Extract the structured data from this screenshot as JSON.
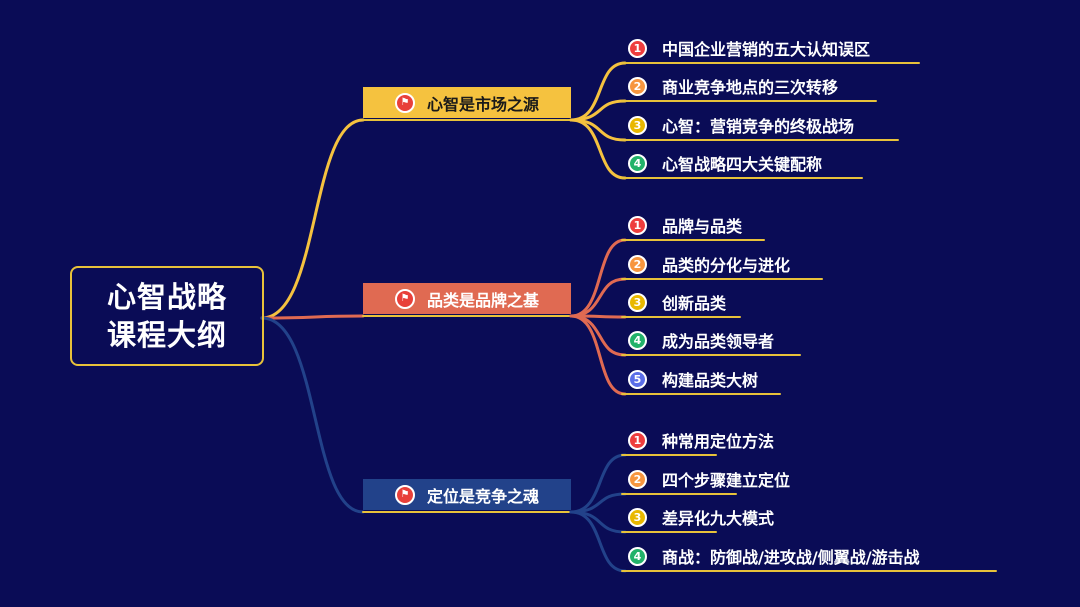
{
  "center": {
    "line1": "心智战略",
    "line2": "课程大纲"
  },
  "colors": {
    "background": "#0a0c56",
    "yellow": "#f5c23f",
    "orange": "#e06a52",
    "blue": "#22428a",
    "underline": "#e8c23a"
  },
  "branches": [
    {
      "label": "心智是市场之源",
      "color": "#f5c23f",
      "text_color": "#1a1a1a",
      "items": [
        {
          "num": "1",
          "label": "中国企业营销的五大认知误区"
        },
        {
          "num": "2",
          "label": "商业竞争地点的三次转移"
        },
        {
          "num": "3",
          "label": "心智：营销竞争的终极战场"
        },
        {
          "num": "4",
          "label": "心智战略四大关键配称"
        }
      ]
    },
    {
      "label": "品类是品牌之基",
      "color": "#e06a52",
      "text_color": "#ffffff",
      "items": [
        {
          "num": "1",
          "label": "品牌与品类"
        },
        {
          "num": "2",
          "label": "品类的分化与进化"
        },
        {
          "num": "3",
          "label": "创新品类"
        },
        {
          "num": "4",
          "label": "成为品类领导者"
        },
        {
          "num": "5",
          "label": "构建品类大树"
        }
      ]
    },
    {
      "label": "定位是竞争之魂",
      "color": "#22428a",
      "text_color": "#ffffff",
      "items": [
        {
          "num": "1",
          "label": "种常用定位方法"
        },
        {
          "num": "2",
          "label": "四个步骤建立定位"
        },
        {
          "num": "3",
          "label": "差异化九大模式"
        },
        {
          "num": "4",
          "label": "商战：防御战/进攻战/侧翼战/游击战"
        }
      ]
    }
  ],
  "number_colors": [
    "#ee3d3d",
    "#f7963f",
    "#e9b800",
    "#22b26a",
    "#5b6ee8"
  ]
}
